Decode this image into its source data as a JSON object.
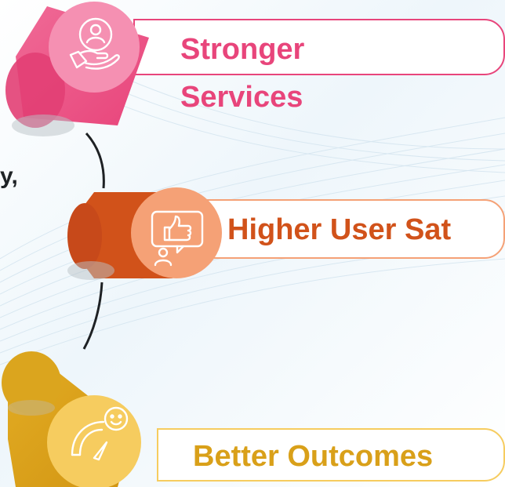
{
  "colors": {
    "pink": "#e8457b",
    "pink_light": "#f590b2",
    "orange": "#d1521a",
    "orange_light": "#f5a176",
    "gold": "#d9a019",
    "gold_light": "#f6cc5f",
    "connector": "#1e2124"
  },
  "left_cut_text": "y,",
  "items": [
    {
      "label_line1": "Stronger",
      "label_line2": "Services",
      "icon": "hand-user-icon",
      "color": "pink"
    },
    {
      "label": "Higher User Sat",
      "icon": "feedback-thumbs-up-icon",
      "color": "orange"
    },
    {
      "label": "Better Outcomes",
      "icon": "smile-gauge-icon",
      "color": "gold"
    }
  ]
}
